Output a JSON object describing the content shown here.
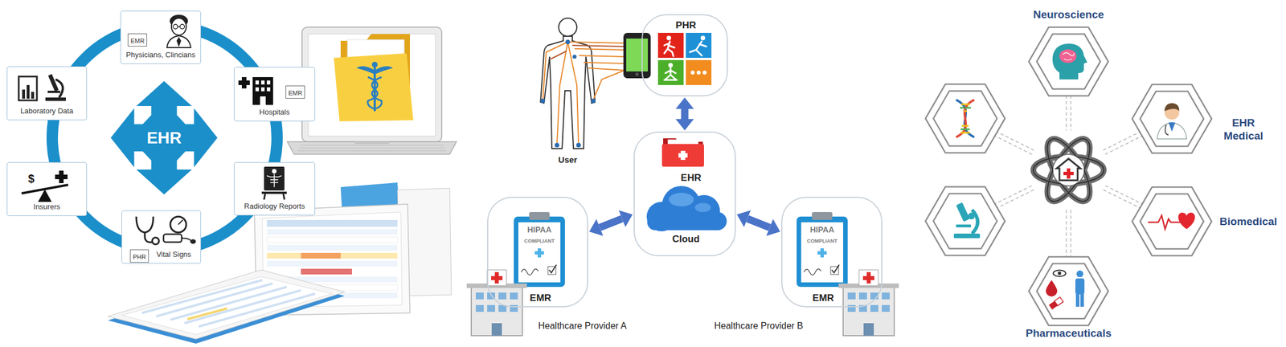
{
  "diagram": {
    "nodes": [
      {
        "text": [
          "Physicians, Clincians"
        ]
      },
      {
        "text": [
          "EMR"
        ],
        "in": 0
      },
      {
        "text": [
          "Laboratory Data"
        ]
      },
      {
        "text": [
          "Hospitals"
        ]
      },
      {
        "text": [
          "EMR"
        ],
        "in": 3
      },
      {
        "text": [
          "EHR"
        ]
      },
      {
        "text": [
          "Insurers"
        ]
      },
      {
        "text": [
          "Radiology Reports"
        ]
      },
      {
        "text": [
          "Vital Signs"
        ]
      },
      {
        "text": [
          "PHR"
        ],
        "in": 8
      },
      {
        "text": [
          "PHR"
        ]
      },
      {
        "text": [
          "EHR",
          "Cloud"
        ]
      },
      {
        "text": [
          "EMR",
          "Healthcare Provider A"
        ]
      },
      {
        "text": [
          "EMR",
          "Healthcare Provider B"
        ]
      },
      {
        "text": [
          "Neuroscience"
        ]
      },
      {
        "text": [
          "EHR Medical"
        ]
      },
      {
        "text": [
          "Biomedical"
        ]
      },
      {
        "text": [
          "Pharmaceuticals"
        ]
      }
    ],
    "edges": [
      {
        "from": 10,
        "to": 11,
        "arrow": "both"
      },
      {
        "from": 11,
        "to": 12,
        "arrow": "both"
      },
      {
        "from": 11,
        "to": 13,
        "arrow": "both"
      }
    ],
    "labels": [
      "User",
      "HIPAA",
      "COMPLIANT",
      "HIPAA",
      "COMPLIANT",
      "$"
    ]
  }
}
